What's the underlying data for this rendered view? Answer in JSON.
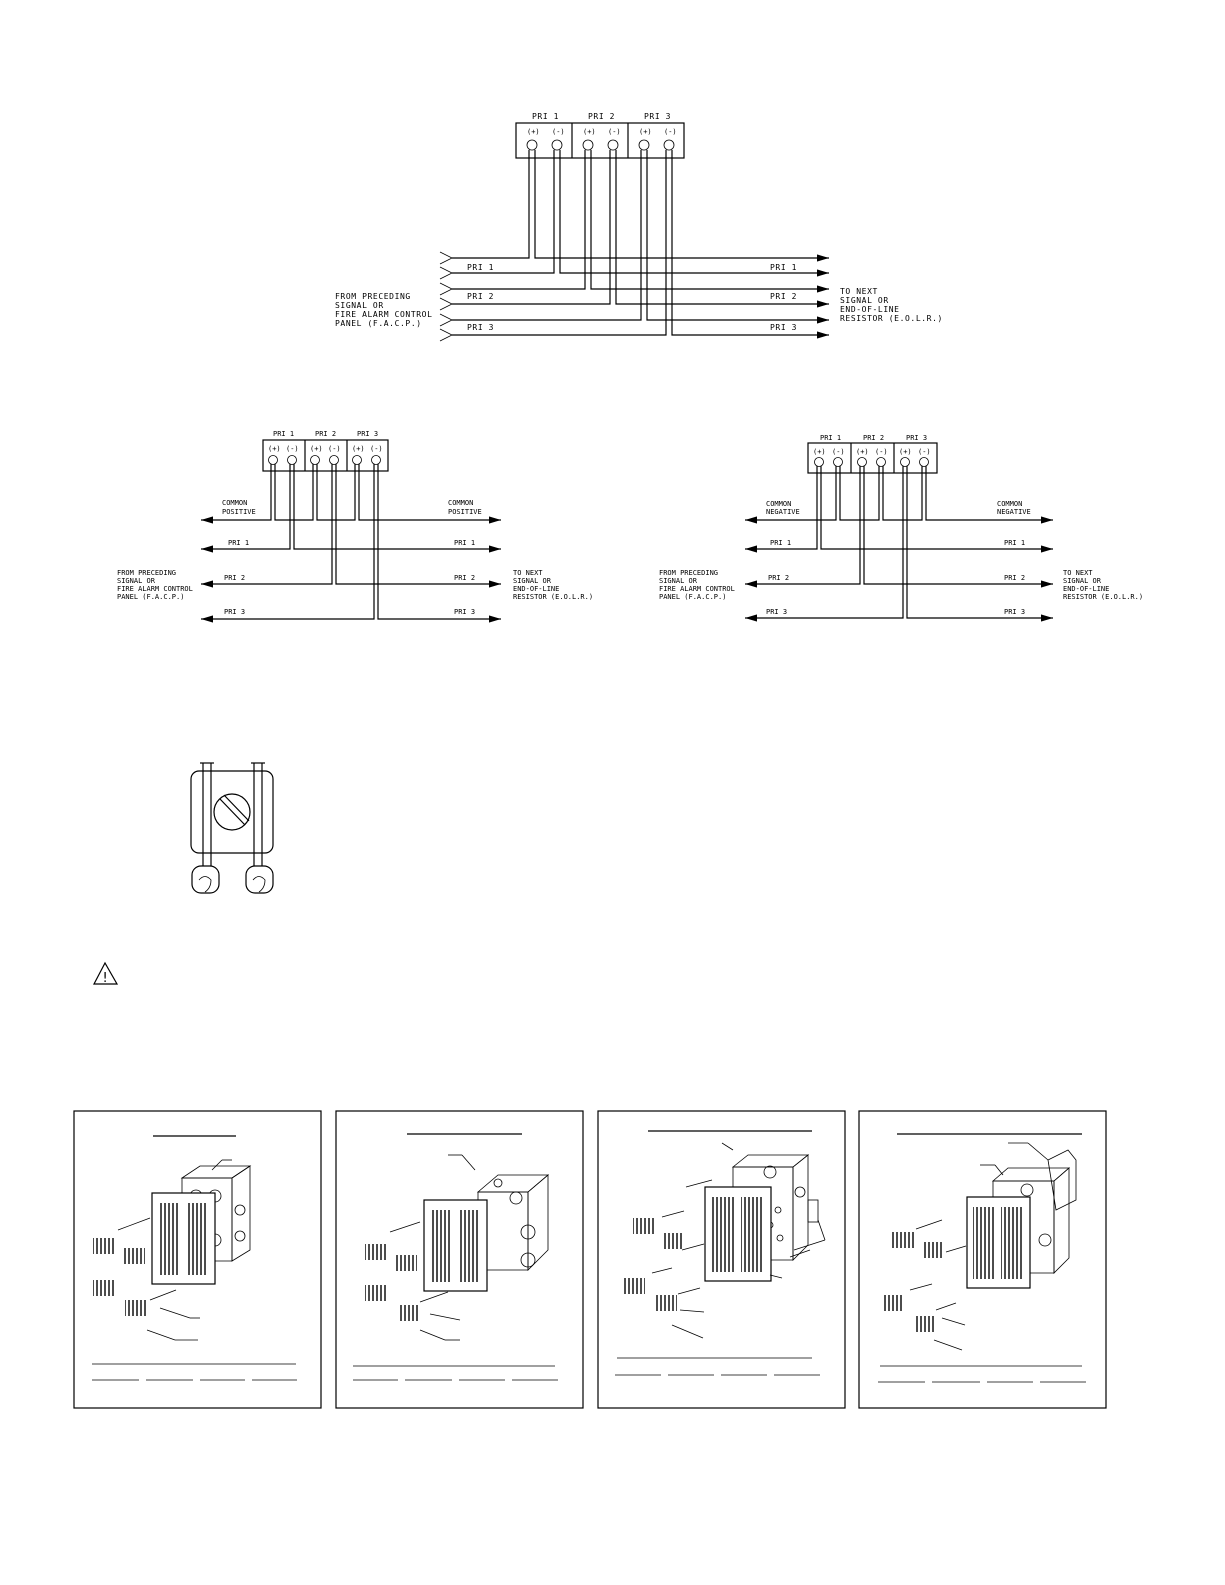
{
  "diagram_top": {
    "terminal_labels": [
      "PRI 1",
      "PRI 2",
      "PRI 3"
    ],
    "polarity": [
      "(+)",
      "(-)",
      "(+)",
      "(-)",
      "(+)",
      "(-)"
    ],
    "wire_labels_left": [
      "PRI 1",
      "PRI 2",
      "PRI 3"
    ],
    "wire_labels_right": [
      "PRI 1",
      "PRI 2",
      "PRI 3"
    ],
    "from_text": [
      "FROM PRECEDING",
      "SIGNAL OR",
      "FIRE ALARM CONTROL",
      "PANEL (F.A.C.P.)"
    ],
    "to_text": [
      "TO NEXT",
      "SIGNAL OR",
      "END-OF-LINE",
      "RESISTOR (E.O.L.R.)"
    ]
  },
  "diagram_left": {
    "terminal_labels": [
      "PRI 1",
      "PRI 2",
      "PRI 3"
    ],
    "polarity": [
      "(+)",
      "(-)",
      "(+)",
      "(-)",
      "(+)",
      "(-)"
    ],
    "common_left": [
      "COMMON",
      "POSITIVE"
    ],
    "common_right": [
      "COMMON",
      "POSITIVE"
    ],
    "wire_labels_left": [
      "PRI 1",
      "PRI 2",
      "PRI 3"
    ],
    "wire_labels_right": [
      "PRI 1",
      "PRI 2",
      "PRI 3"
    ],
    "from_text": [
      "FROM PRECEDING",
      "SIGNAL OR",
      "FIRE ALARM CONTROL",
      "PANEL (F.A.C.P.)"
    ],
    "to_text": [
      "TO NEXT",
      "SIGNAL OR",
      "END-OF-LINE",
      "RESISTOR (E.O.L.R.)"
    ]
  },
  "diagram_right": {
    "terminal_labels": [
      "PRI 1",
      "PRI 2",
      "PRI 3"
    ],
    "polarity": [
      "(+)",
      "(-)",
      "(+)",
      "(-)",
      "(+)",
      "(-)"
    ],
    "common_left": [
      "COMMON",
      "NEGATIVE"
    ],
    "common_right": [
      "COMMON",
      "NEGATIVE"
    ],
    "wire_labels_left": [
      "PRI 1",
      "PRI 2",
      "PRI 3"
    ],
    "wire_labels_right": [
      "PRI 1",
      "PRI 2",
      "PRI 3"
    ],
    "from_text": [
      "FROM PRECEDING",
      "SIGNAL OR",
      "FIRE ALARM CONTROL",
      "PANEL (F.A.C.P.)"
    ],
    "to_text": [
      "TO NEXT",
      "SIGNAL OR",
      "END-OF-LINE",
      "RESISTOR (E.O.L.R.)"
    ]
  },
  "warning": {
    "symbol": "!"
  },
  "colors": {
    "ink": "#000000",
    "paper": "#ffffff"
  }
}
